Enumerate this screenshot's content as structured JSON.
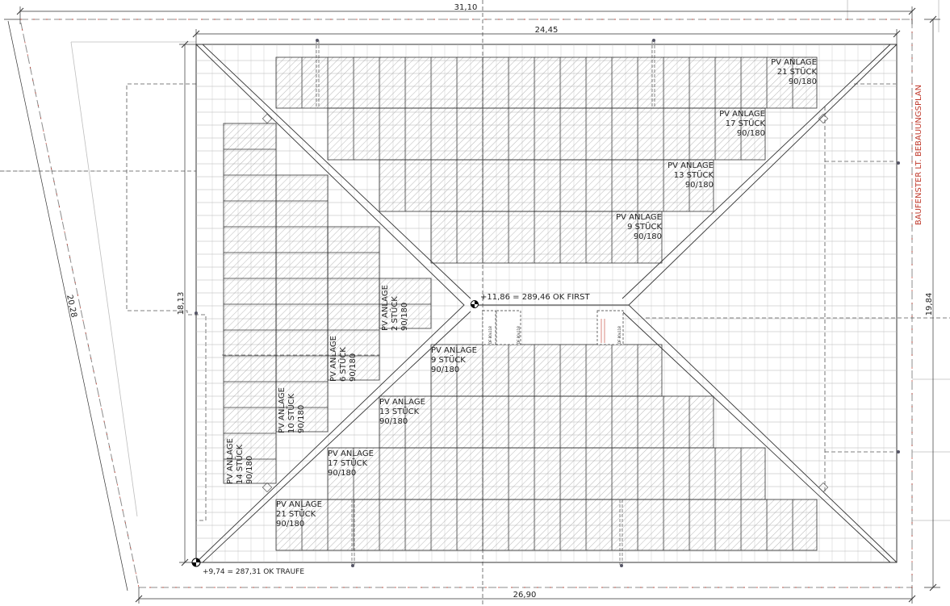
{
  "colors": {
    "line": "#333333",
    "light": "#9a9a9a",
    "hatch": "#8a8a8a",
    "boundary_red": "#c0392b",
    "boundary_dash": "#8c8c8c",
    "background": "#ffffff"
  },
  "dimensions": {
    "top_outer": "31,10",
    "top_inner": "24,45",
    "bottom": "26,90",
    "left_outer": "20,28",
    "left_inner": "18,13",
    "right": "19,84"
  },
  "boundary_label": "BAUFENSTER LT. BEBAUUNGSPLAN",
  "elevations": {
    "ridge": "+11,86 = 289,46 OK FIRST",
    "eave": "+9,74 = 287,31 OK TRAUFE"
  },
  "pv_groups": {
    "north": [
      {
        "title": "PV ANLAGE",
        "count": "21 STÜCK",
        "size": "90/180"
      },
      {
        "title": "PV ANLAGE",
        "count": "17 STÜCK",
        "size": "90/180"
      },
      {
        "title": "PV ANLAGE",
        "count": "13 STÜCK",
        "size": "90/180"
      },
      {
        "title": "PV ANLAGE",
        "count": "9 STÜCK",
        "size": "90/180"
      }
    ],
    "south": [
      {
        "title": "PV ANLAGE",
        "count": "9 STÜCK",
        "size": "90/180"
      },
      {
        "title": "PV ANLAGE",
        "count": "13 STÜCK",
        "size": "90/180"
      },
      {
        "title": "PV ANLAGE",
        "count": "17 STÜCK",
        "size": "90/180"
      },
      {
        "title": "PV ANLAGE",
        "count": "21 STÜCK",
        "size": "90/180"
      }
    ],
    "west": [
      {
        "title": "PV ANLAGE",
        "count": "2 STÜCK",
        "size": "90/180"
      },
      {
        "title": "PV ANLAGE",
        "count": "6 STÜCK",
        "size": "90/180"
      },
      {
        "title": "PV ANLAGE",
        "count": "10 STÜCK",
        "size": "90/180"
      },
      {
        "title": "PV ANLAGE",
        "count": "14 STÜCK",
        "size": "90/180"
      }
    ]
  },
  "dormers": [
    "DF 80x118",
    "DF 80x118",
    "DF 80x118"
  ]
}
